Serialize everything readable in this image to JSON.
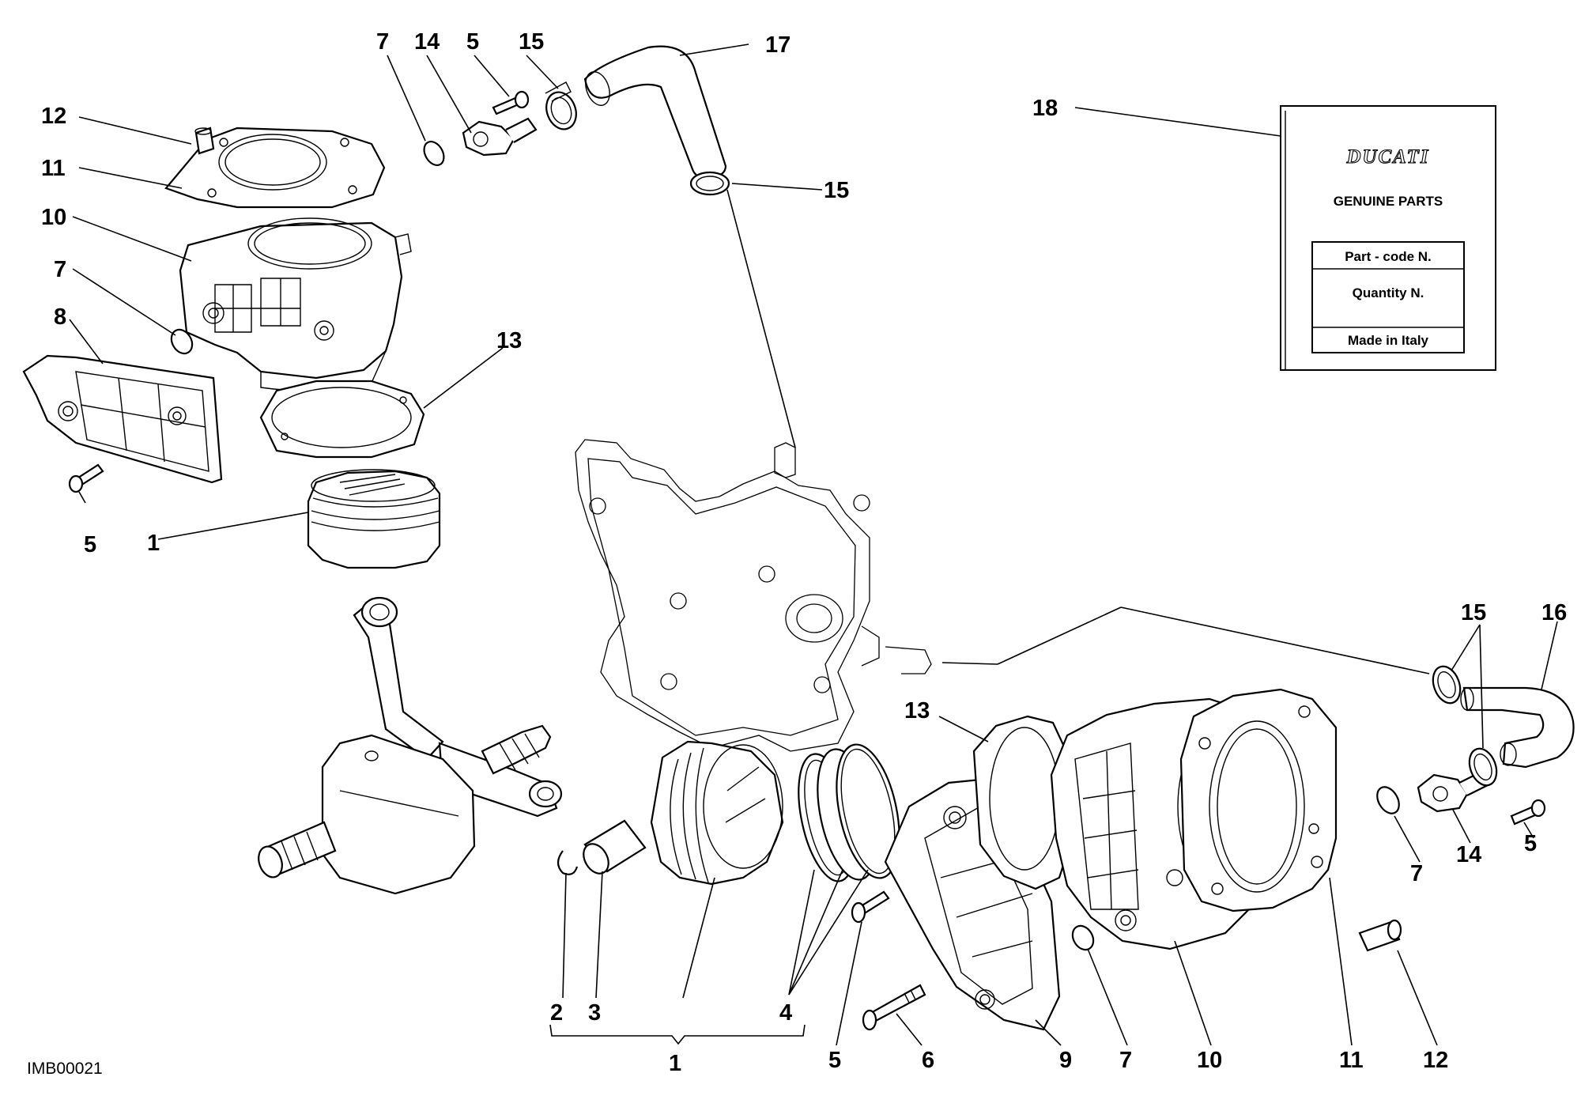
{
  "diagram_ref": "IMB00021",
  "callouts": {
    "c1_top": "1",
    "c5_top_left": "5",
    "c8_top": "8",
    "c7_top_left": "7",
    "c10_top": "10",
    "c11_top": "11",
    "c12_top": "12",
    "c7_top": "7",
    "c14_top": "14",
    "c5_top": "5",
    "c15_top": "15",
    "c17": "17",
    "c15_mid": "15",
    "c13_top": "13",
    "c18": "18",
    "c15_right": "15",
    "c16": "16",
    "c13_mid": "13",
    "c2": "2",
    "c3": "3",
    "c4": "4",
    "c1_bottom": "1",
    "c5_bottom": "5",
    "c6": "6",
    "c9": "9",
    "c7_bottom": "7",
    "c10_bottom": "10",
    "c11_bottom": "11",
    "c12_bottom": "12",
    "c7_right": "7",
    "c14_right": "14",
    "c5_right": "5"
  },
  "parts_label": {
    "brand": "DUCATI",
    "title": "GENUINE PARTS",
    "part_code": "Part - code N.",
    "quantity": "Quantity N.",
    "origin": "Made in Italy"
  }
}
